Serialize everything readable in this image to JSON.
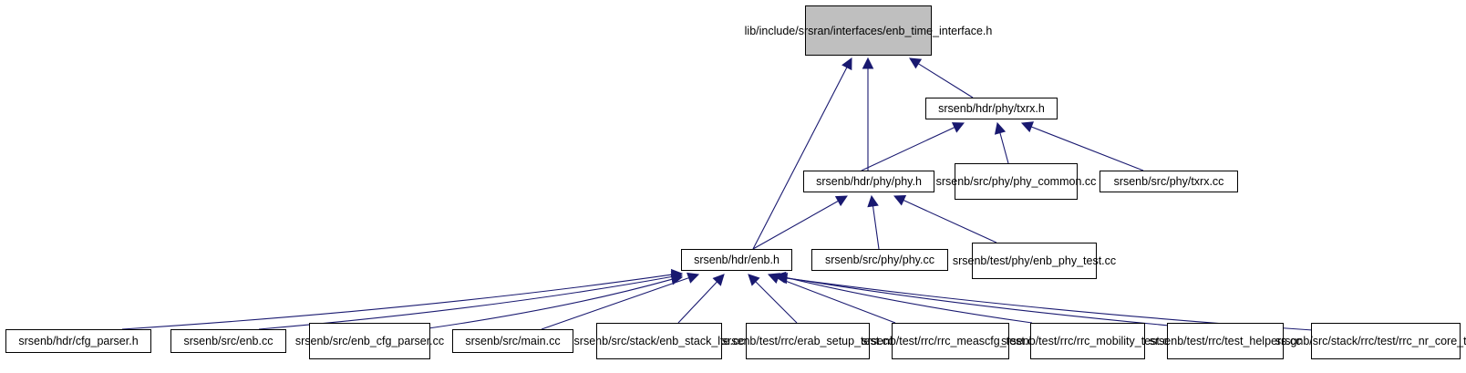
{
  "graph": {
    "edge_color": "#191970",
    "root_fill": "#bfbfbf",
    "nodes": {
      "root": {
        "lines": [
          "lib/include/srsran",
          "/interfaces/enb_time",
          "_interface.h"
        ]
      },
      "txrx_h": {
        "lines": [
          "srsenb/hdr/phy/txrx.h"
        ]
      },
      "phy_h": {
        "lines": [
          "srsenb/hdr/phy/phy.h"
        ]
      },
      "phy_common_cc": {
        "lines": [
          "srsenb/src/phy/phy",
          "_common.cc"
        ]
      },
      "txrx_cc": {
        "lines": [
          "srsenb/src/phy/txrx.cc"
        ]
      },
      "enb_h": {
        "lines": [
          "srsenb/hdr/enb.h"
        ]
      },
      "phy_cc": {
        "lines": [
          "srsenb/src/phy/phy.cc"
        ]
      },
      "enb_phy_test_cc": {
        "lines": [
          "srsenb/test/phy/enb",
          "_phy_test.cc"
        ]
      },
      "cfg_parser_h": {
        "lines": [
          "srsenb/hdr/cfg_parser.h"
        ]
      },
      "enb_cc": {
        "lines": [
          "srsenb/src/enb.cc"
        ]
      },
      "enb_cfg_parser_cc": {
        "lines": [
          "srsenb/src/enb_cfg",
          "_parser.cc"
        ]
      },
      "main_cc": {
        "lines": [
          "srsenb/src/main.cc"
        ]
      },
      "enb_stack_lte_cc": {
        "lines": [
          "srsenb/src/stack/enb",
          "_stack_lte.cc"
        ]
      },
      "erab_setup_test_cc": {
        "lines": [
          "srsenb/test/rrc/erab",
          "_setup_test.cc"
        ]
      },
      "rrc_meascfg_test_cc": {
        "lines": [
          "srsenb/test/rrc/rrc",
          "_meascfg_test.cc"
        ]
      },
      "rrc_mobility_test_cc": {
        "lines": [
          "srsenb/test/rrc/rrc",
          "_mobility_test.cc"
        ]
      },
      "test_helpers_cc": {
        "lines": [
          "srsenb/test/rrc/test",
          "_helpers.cc"
        ]
      },
      "rrc_nr_core_test_cc": {
        "lines": [
          "srsgnb/src/stack/rrc",
          "/test/rrc_nr_core_test.cc"
        ]
      }
    },
    "edges": [
      {
        "from": "txrx_h",
        "to": "root"
      },
      {
        "from": "phy_h",
        "to": "root"
      },
      {
        "from": "enb_h",
        "to": "root"
      },
      {
        "from": "phy_h",
        "to": "txrx_h"
      },
      {
        "from": "phy_common_cc",
        "to": "txrx_h"
      },
      {
        "from": "txrx_cc",
        "to": "txrx_h"
      },
      {
        "from": "enb_h",
        "to": "phy_h"
      },
      {
        "from": "phy_cc",
        "to": "phy_h"
      },
      {
        "from": "enb_phy_test_cc",
        "to": "phy_h"
      },
      {
        "from": "cfg_parser_h",
        "to": "enb_h"
      },
      {
        "from": "enb_cc",
        "to": "enb_h"
      },
      {
        "from": "enb_cfg_parser_cc",
        "to": "enb_h"
      },
      {
        "from": "main_cc",
        "to": "enb_h"
      },
      {
        "from": "enb_stack_lte_cc",
        "to": "enb_h"
      },
      {
        "from": "erab_setup_test_cc",
        "to": "enb_h"
      },
      {
        "from": "rrc_meascfg_test_cc",
        "to": "enb_h"
      },
      {
        "from": "rrc_mobility_test_cc",
        "to": "enb_h"
      },
      {
        "from": "test_helpers_cc",
        "to": "enb_h"
      },
      {
        "from": "rrc_nr_core_test_cc",
        "to": "enb_h"
      }
    ]
  }
}
